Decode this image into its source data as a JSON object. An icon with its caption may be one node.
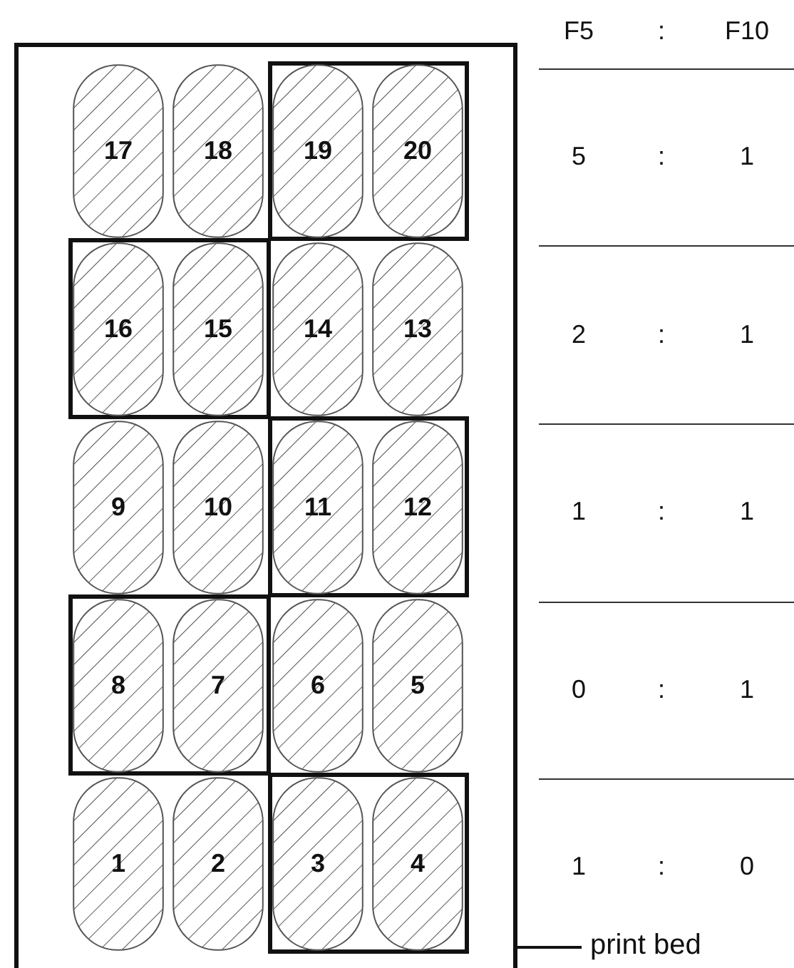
{
  "diagram": {
    "nodes": [
      {
        "text": [],
        "shape": "box"
      },
      {
        "text": [
          "17"
        ],
        "in": 0
      },
      {
        "text": [
          "18"
        ],
        "in": 0
      },
      {
        "text": [],
        "shape": "box",
        "in": 0
      },
      {
        "text": [
          "19"
        ],
        "in": 3
      },
      {
        "text": [
          "20"
        ],
        "in": 3
      },
      {
        "text": [],
        "shape": "box",
        "in": 0
      },
      {
        "text": [
          "16"
        ],
        "in": 6
      },
      {
        "text": [
          "15"
        ],
        "in": 6
      },
      {
        "text": [
          "14"
        ],
        "in": 0
      },
      {
        "text": [
          "13"
        ],
        "in": 0
      },
      {
        "text": [
          "9"
        ],
        "in": 0
      },
      {
        "text": [
          "10"
        ],
        "in": 0
      },
      {
        "text": [],
        "shape": "box",
        "in": 0
      },
      {
        "text": [
          "11"
        ],
        "in": 13
      },
      {
        "text": [
          "12"
        ],
        "in": 13
      },
      {
        "text": [],
        "shape": "box",
        "in": 0
      },
      {
        "text": [
          "8"
        ],
        "in": 16
      },
      {
        "text": [
          "7"
        ],
        "in": 16
      },
      {
        "text": [
          "6"
        ],
        "in": 0
      },
      {
        "text": [
          "5"
        ],
        "in": 0
      },
      {
        "text": [
          "1"
        ],
        "in": 0
      },
      {
        "text": [
          "2"
        ],
        "in": 0
      },
      {
        "text": [],
        "shape": "box",
        "in": 0
      },
      {
        "text": [
          "3"
        ],
        "in": 23
      },
      {
        "text": [
          "4"
        ],
        "in": 23
      },
      {
        "text": [
          "print bed"
        ]
      }
    ],
    "edges": [
      {
        "from": 26,
        "to": 0,
        "arrow": "none"
      }
    ],
    "labels": [
      "F5",
      ":",
      "F10",
      "5",
      ":",
      "1",
      "2",
      ":",
      "1",
      "1",
      ":",
      "1",
      "0",
      ":",
      "1",
      "1",
      ":",
      "0"
    ]
  }
}
